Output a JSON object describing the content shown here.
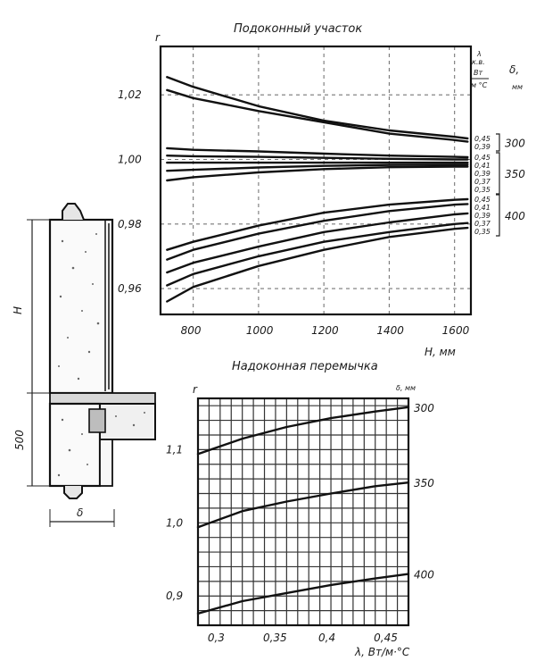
{
  "figure": {
    "wall_labels": {
      "height_label": "H",
      "bottom_label": "500",
      "width_label": "δ"
    }
  },
  "chart_data": [
    {
      "type": "line",
      "title": "Подоконный участок",
      "ylabel": "r",
      "xlabel": "H, мм",
      "xlim": [
        700,
        1650
      ],
      "ylim": [
        0.952,
        1.035
      ],
      "xticks": [
        800,
        1000,
        1200,
        1400,
        1600
      ],
      "yticks": [
        0.96,
        0.98,
        1.0,
        1.02
      ],
      "ytick_labels": [
        "0,96",
        "0,98",
        "1,00",
        "1,02"
      ],
      "grid": true,
      "right_header": [
        "λ",
        "к.в.",
        "Вт",
        "м °С"
      ],
      "delta_header": [
        "δ,",
        "мм"
      ],
      "groups": [
        {
          "delta": "300",
          "series": [
            {
              "label": "0,45",
              "x": [
                720,
                800,
                1000,
                1200,
                1400,
                1600,
                1640
              ],
              "y": [
                1.0255,
                1.0225,
                1.0165,
                1.012,
                1.009,
                1.007,
                1.0065
              ]
            },
            {
              "label": "0,39",
              "x": [
                720,
                800,
                1000,
                1200,
                1400,
                1600,
                1640
              ],
              "y": [
                1.0215,
                1.019,
                1.015,
                1.0115,
                1.008,
                1.006,
                1.0055
              ]
            }
          ]
        },
        {
          "delta": "350",
          "series": [
            {
              "label": "0,45",
              "x": [
                720,
                800,
                1000,
                1200,
                1400,
                1600,
                1640
              ],
              "y": [
                1.0035,
                1.003,
                1.0025,
                1.0018,
                1.0012,
                1.0008,
                1.0007
              ]
            },
            {
              "label": "0,41",
              "x": [
                720,
                800,
                1000,
                1200,
                1400,
                1600,
                1640
              ],
              "y": [
                1.0012,
                1.001,
                1.0008,
                1.0005,
                1.0002,
                1.0,
                1.0
              ]
            },
            {
              "label": "0,39",
              "x": [
                720,
                800,
                1000,
                1200,
                1400,
                1600,
                1640
              ],
              "y": [
                0.999,
                0.999,
                0.999,
                0.999,
                0.999,
                0.999,
                0.999
              ]
            },
            {
              "label": "0,37",
              "x": [
                720,
                800,
                1000,
                1200,
                1400,
                1600,
                1640
              ],
              "y": [
                0.9965,
                0.9968,
                0.9975,
                0.998,
                0.9983,
                0.9984,
                0.9984
              ]
            },
            {
              "label": "0,35",
              "x": [
                720,
                800,
                1000,
                1200,
                1400,
                1600,
                1640
              ],
              "y": [
                0.9935,
                0.9945,
                0.996,
                0.997,
                0.9976,
                0.9978,
                0.9978
              ]
            }
          ]
        },
        {
          "delta": "400",
          "series": [
            {
              "label": "0,45",
              "x": [
                720,
                800,
                1000,
                1200,
                1400,
                1600,
                1640
              ],
              "y": [
                0.972,
                0.9745,
                0.9795,
                0.9835,
                0.986,
                0.9875,
                0.9877
              ]
            },
            {
              "label": "0,41",
              "x": [
                720,
                800,
                1000,
                1200,
                1400,
                1600,
                1640
              ],
              "y": [
                0.969,
                0.972,
                0.977,
                0.981,
                0.984,
                0.986,
                0.9862
              ]
            },
            {
              "label": "0,39",
              "x": [
                720,
                800,
                1000,
                1200,
                1400,
                1600,
                1640
              ],
              "y": [
                0.965,
                0.968,
                0.973,
                0.9775,
                0.9805,
                0.983,
                0.9833
              ]
            },
            {
              "label": "0,37",
              "x": [
                720,
                800,
                1000,
                1200,
                1400,
                1600,
                1640
              ],
              "y": [
                0.961,
                0.9645,
                0.97,
                0.9745,
                0.9775,
                0.98,
                0.9803
              ]
            },
            {
              "label": "0,35",
              "x": [
                720,
                800,
                1000,
                1200,
                1400,
                1600,
                1640
              ],
              "y": [
                0.956,
                0.9605,
                0.967,
                0.972,
                0.976,
                0.9785,
                0.9788
              ]
            }
          ]
        }
      ]
    },
    {
      "type": "line",
      "title": "Надоконная перемычка",
      "ylabel": "r",
      "xlabel": "λ, Вт/м·°С",
      "xlim": [
        0.28,
        0.47
      ],
      "ylim": [
        0.86,
        1.17
      ],
      "xticks": [
        0.3,
        0.35,
        0.4,
        0.45
      ],
      "xtick_labels": [
        "0,3",
        "0,35",
        "0,4",
        "0,45"
      ],
      "yticks": [
        0.9,
        1.0,
        1.1
      ],
      "ytick_labels": [
        "0,9",
        "1,0",
        "1,1"
      ],
      "grid": true,
      "delta_header": "δ, мм",
      "series": [
        {
          "name": "300",
          "x": [
            0.28,
            0.32,
            0.36,
            0.4,
            0.44,
            0.47
          ],
          "y": [
            1.094,
            1.115,
            1.131,
            1.143,
            1.152,
            1.158
          ]
        },
        {
          "name": "350",
          "x": [
            0.28,
            0.32,
            0.36,
            0.4,
            0.44,
            0.47
          ],
          "y": [
            0.994,
            1.016,
            1.029,
            1.04,
            1.05,
            1.055
          ]
        },
        {
          "name": "400",
          "x": [
            0.28,
            0.32,
            0.36,
            0.4,
            0.44,
            0.47
          ],
          "y": [
            0.876,
            0.893,
            0.904,
            0.915,
            0.924,
            0.93
          ]
        }
      ]
    }
  ]
}
